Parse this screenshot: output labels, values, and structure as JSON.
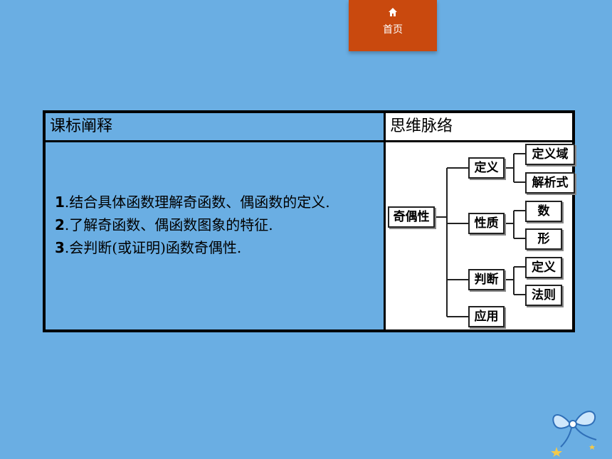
{
  "home": {
    "label": "首页",
    "icon": "home-icon"
  },
  "table": {
    "left_header": "课标阐释",
    "right_header": "思维脉络",
    "items": [
      {
        "num": "1",
        "text": ".结合具体函数理解奇函数、偶函数的定义."
      },
      {
        "num": "2",
        "text": ".了解奇函数、偶函数图象的特征."
      },
      {
        "num": "3",
        "text": ".会判断(或证明)函数奇偶性."
      }
    ]
  },
  "mindmap": {
    "root": "奇偶性",
    "branches": [
      {
        "label": "定义",
        "children": [
          "定义域",
          "解析式"
        ]
      },
      {
        "label": "性质",
        "children": [
          "数",
          "形"
        ]
      },
      {
        "label": "判断",
        "children": [
          "定义",
          "法则"
        ]
      },
      {
        "label": "应用",
        "children": []
      }
    ]
  },
  "colors": {
    "background": "#6aaee3",
    "home_button": "#c9490e"
  }
}
